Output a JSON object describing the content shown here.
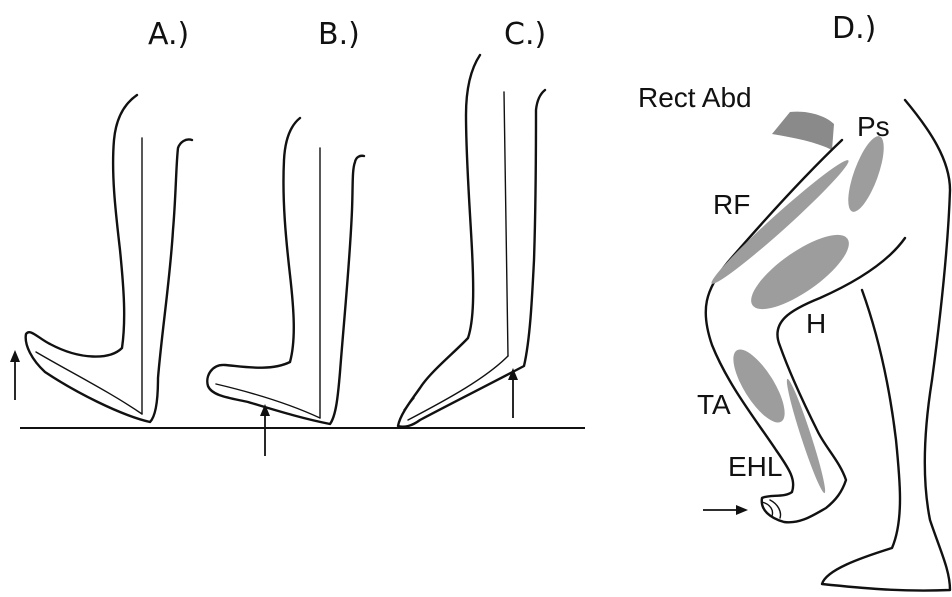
{
  "panels": [
    {
      "id": "A",
      "label": "A.)"
    },
    {
      "id": "B",
      "label": "B.)"
    },
    {
      "id": "C",
      "label": "C.)"
    },
    {
      "id": "D",
      "label": "D.)"
    }
  ],
  "muscles": {
    "rect_abd": "Rect Abd",
    "ps": "Ps",
    "rf": "RF",
    "h": "H",
    "ta": "TA",
    "ehl": "EHL"
  },
  "colors": {
    "line": "#111111",
    "muscle_fill": "#9d9d9d",
    "rect_abd_fill": "#8a8a8a",
    "background": "#ffffff"
  },
  "icons": {
    "ground_reaction_arrow": "arrow-up-icon",
    "toe_force_arrow": "arrow-right-icon"
  }
}
